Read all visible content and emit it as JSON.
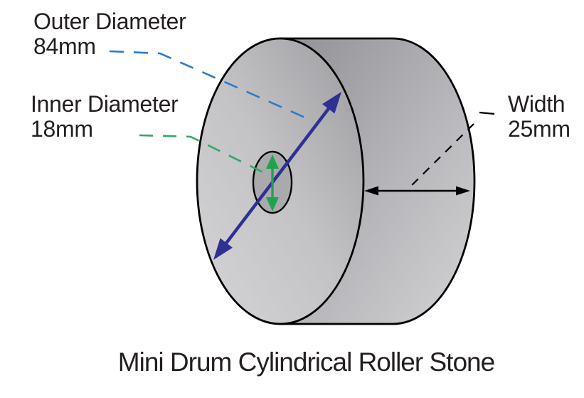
{
  "caption": "Mini Drum Cylindrical Roller Stone",
  "labels": {
    "outer": {
      "name": "Outer Diameter",
      "value": "84mm"
    },
    "inner": {
      "name": "Inner Diameter",
      "value": "18mm"
    },
    "width": {
      "name": "Width",
      "value": "25mm"
    }
  },
  "colors": {
    "background": "#ffffff",
    "text": "#231f20",
    "drum-outline": "#000000",
    "drum-face-light": "#d3d3d6",
    "drum-face-dark": "#9b9b9f",
    "drum-body-dark": "#919095",
    "drum-body-light": "#d3d3d5",
    "drum-hole-fill": "#aaaaad",
    "outer-leader": "#2b7bca",
    "inner-leader": "#30a767",
    "outer-arrow": "#2e3192",
    "inner-arrow": "#21a24d",
    "width-arrow": "#000000"
  }
}
